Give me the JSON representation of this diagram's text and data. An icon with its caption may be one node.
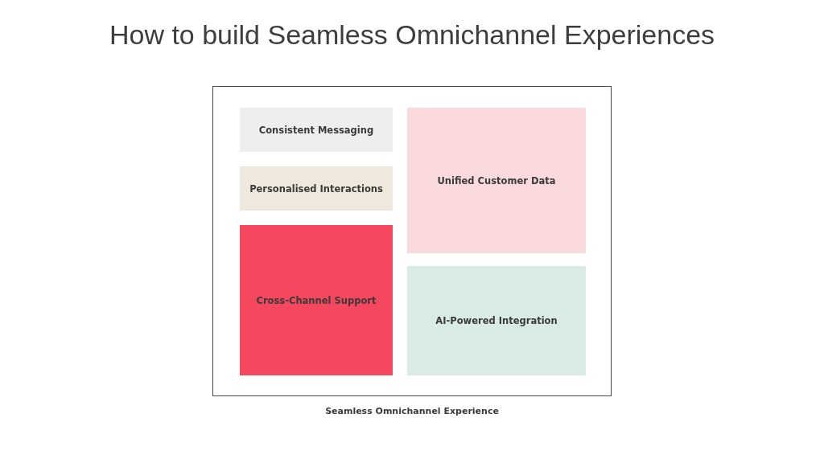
{
  "diagram": {
    "title": "How to build Seamless Omnichannel Experiences",
    "nodes": [
      {
        "text": [
          "Seamless Omnichannel Experience"
        ]
      },
      {
        "text": [
          "Consistent Messaging"
        ],
        "in": 0
      },
      {
        "text": [
          "Personalised Interactions"
        ],
        "in": 0
      },
      {
        "text": [
          "Cross-Channel Support"
        ],
        "in": 0
      },
      {
        "text": [
          "Unified Customer Data"
        ],
        "in": 0
      },
      {
        "text": [
          "AI-Powered Integration"
        ],
        "in": 0
      }
    ]
  }
}
